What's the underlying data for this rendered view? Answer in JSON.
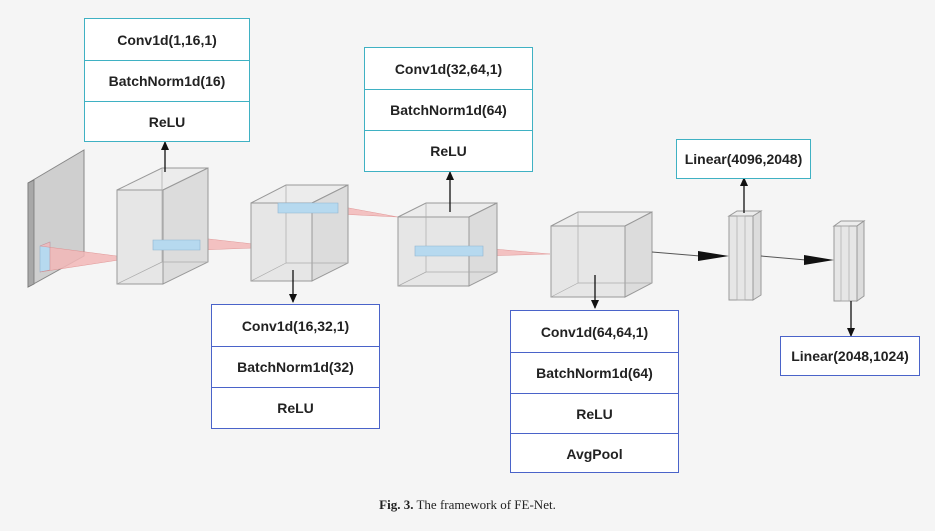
{
  "colors": {
    "teal": "#3fb1c3",
    "blue": "#4a63c9",
    "cube_fill": "#e3e3e3",
    "kernel_red": "#f0b0b0",
    "kernel_blue": "#b6d9ef"
  },
  "boxes": {
    "block1": [
      "Conv1d(1,16,1)",
      "BatchNorm1d(16)",
      "ReLU"
    ],
    "block2": [
      "Conv1d(16,32,1)",
      "BatchNorm1d(32)",
      "ReLU"
    ],
    "block3": [
      "Conv1d(32,64,1)",
      "BatchNorm1d(64)",
      "ReLU"
    ],
    "block4": [
      "Conv1d(64,64,1)",
      "BatchNorm1d(64)",
      "ReLU",
      "AvgPool"
    ],
    "linear1": "Linear(4096,2048)",
    "linear2": "Linear(2048,1024)"
  },
  "caption": {
    "fig_label": "Fig. 3.",
    "text": "The framework of FE-Net."
  }
}
